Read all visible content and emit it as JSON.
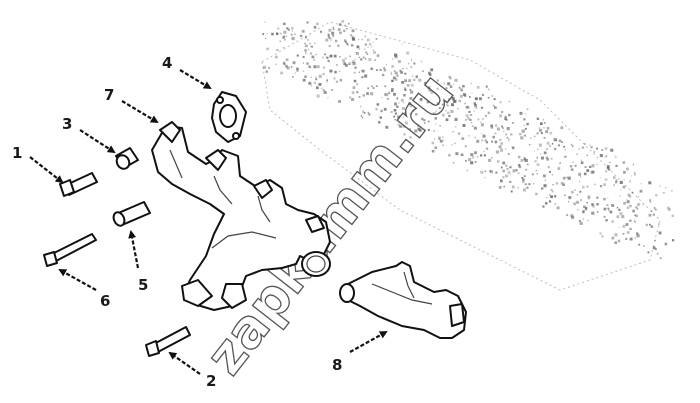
{
  "callouts": [
    "1",
    "2",
    "3",
    "4",
    "5",
    "6",
    "7",
    "8"
  ],
  "watermark": "zapkamm.ru",
  "colors": {
    "ink": "#111111",
    "background": "#ffffff",
    "speckle": "#6a6a6a"
  }
}
